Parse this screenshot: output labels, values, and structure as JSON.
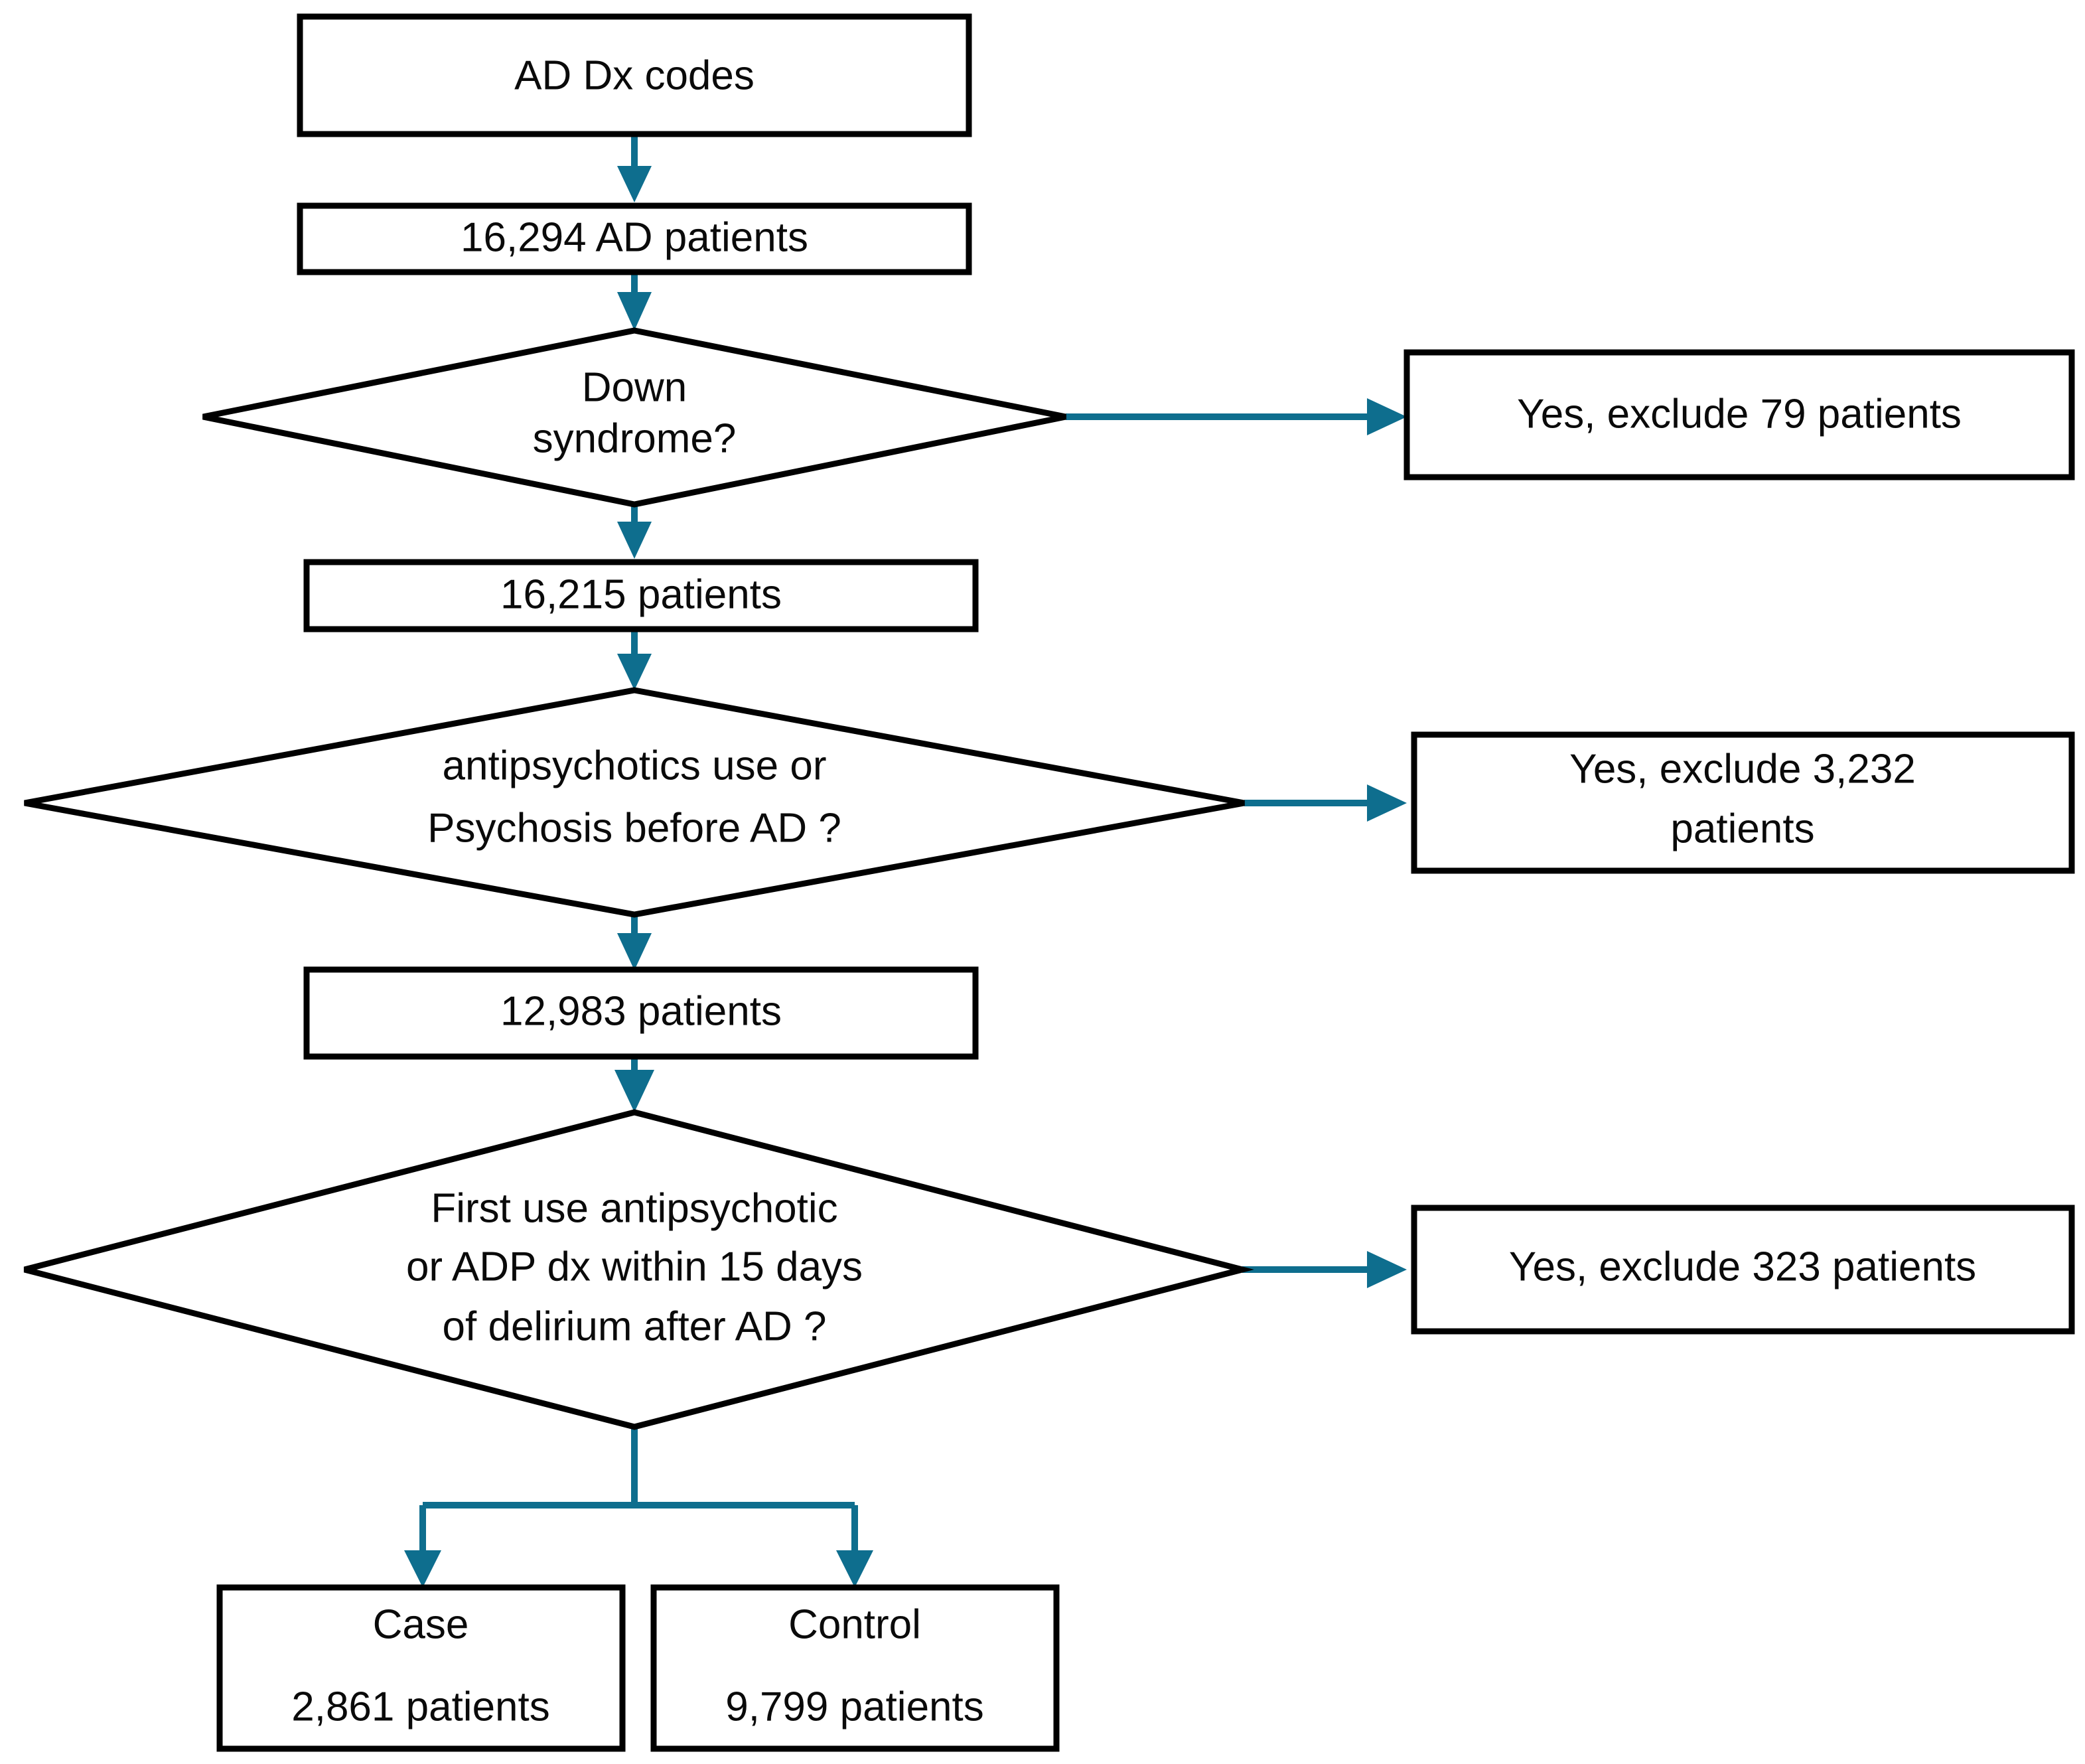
{
  "diagram": {
    "title": "AD patient cohort selection flowchart",
    "accent_color": "#0E6E8E",
    "border_color": "#000000",
    "background_color": "#FFFFFF",
    "nodes": {
      "source": {
        "label": "AD Dx codes"
      },
      "cohort_initial": {
        "label": "16,294 AD patients"
      },
      "decision_down_syndrome": {
        "line1": "Down",
        "line2": "syndrome?"
      },
      "exclude_down_syndrome": {
        "label": "Yes, exclude 79 patients"
      },
      "cohort_after_ds": {
        "label": "16,215 patients"
      },
      "decision_antipsychotics": {
        "line1": "antipsychotics use or",
        "line2": "Psychosis before AD ?"
      },
      "exclude_antipsychotics": {
        "line1": "Yes, exclude 3,232",
        "line2": "patients"
      },
      "cohort_after_aps": {
        "label": "12,983 patients"
      },
      "decision_first_use": {
        "line1": "First use antipsychotic",
        "line2": "or ADP dx within 15 days",
        "line3": "of delirium after AD ?"
      },
      "exclude_first_use": {
        "label": "Yes, exclude 323 patients"
      },
      "outcome_case": {
        "line1": "Case",
        "line2": "2,861 patients"
      },
      "outcome_control": {
        "line1": "Control",
        "line2": "9,799 patients"
      }
    }
  }
}
